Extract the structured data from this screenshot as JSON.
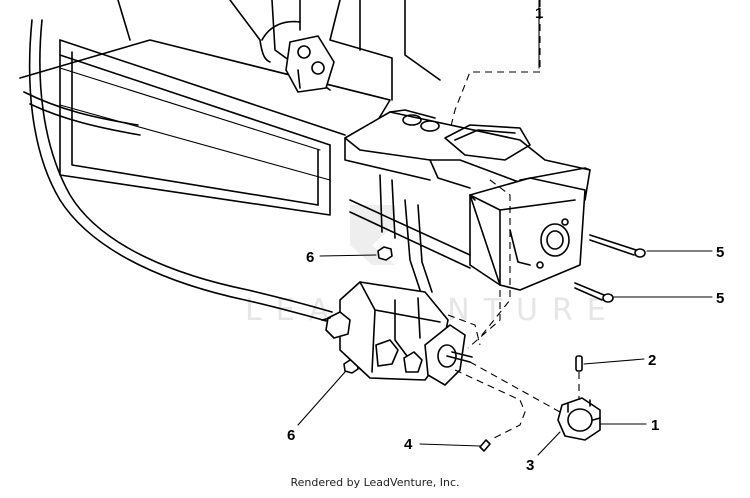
{
  "callouts": {
    "one_top": "1",
    "one": "1",
    "two": "2",
    "three": "3",
    "four": "4",
    "five_upper": "5",
    "five_lower": "5",
    "six_upper": "6",
    "six_lower": "6"
  },
  "watermark": "LEADVENTURE",
  "credit": "Rendered by LeadVenture, Inc."
}
